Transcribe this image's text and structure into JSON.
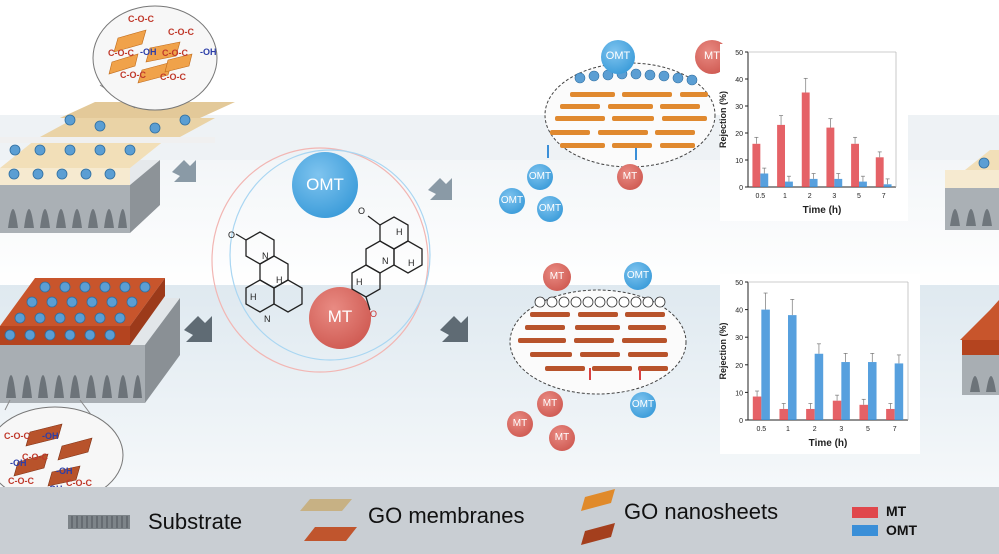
{
  "molecules": {
    "omt": "OMT",
    "mt": "MT"
  },
  "groups": {
    "epoxy": "C-O-C",
    "hydroxyl": "-OH"
  },
  "legend": {
    "substrate": "Substrate",
    "membranes": "GO membranes",
    "nanosheets": "GO nanosheets",
    "mt": "MT",
    "omt": "OMT"
  },
  "colors": {
    "mt": "#e0474c",
    "omt": "#3a8fd8",
    "go_light": "#d9b27a",
    "go_dark": "#c0552d",
    "substrate": "#9aa0a6"
  },
  "chart_data": [
    {
      "type": "bar",
      "categories": [
        "0.5",
        "1",
        "2",
        "3",
        "5",
        "7"
      ],
      "xlabel": "Time (h)",
      "ylabel": "Rejection (%)",
      "ylim": [
        0,
        50
      ],
      "series": [
        {
          "name": "MT",
          "values": [
            16,
            23,
            35,
            22,
            16,
            11
          ]
        },
        {
          "name": "OMT",
          "values": [
            5,
            2,
            3,
            3,
            2,
            1
          ]
        }
      ]
    },
    {
      "type": "bar",
      "categories": [
        "0.5",
        "1",
        "2",
        "3",
        "5",
        "7"
      ],
      "xlabel": "Time (h)",
      "ylabel": "Rejection (%)",
      "ylim": [
        0,
        50
      ],
      "series": [
        {
          "name": "MT",
          "values": [
            8.5,
            4,
            4,
            7,
            5.5,
            4
          ]
        },
        {
          "name": "OMT",
          "values": [
            40,
            38,
            24,
            21,
            21,
            20.5
          ]
        }
      ]
    }
  ]
}
